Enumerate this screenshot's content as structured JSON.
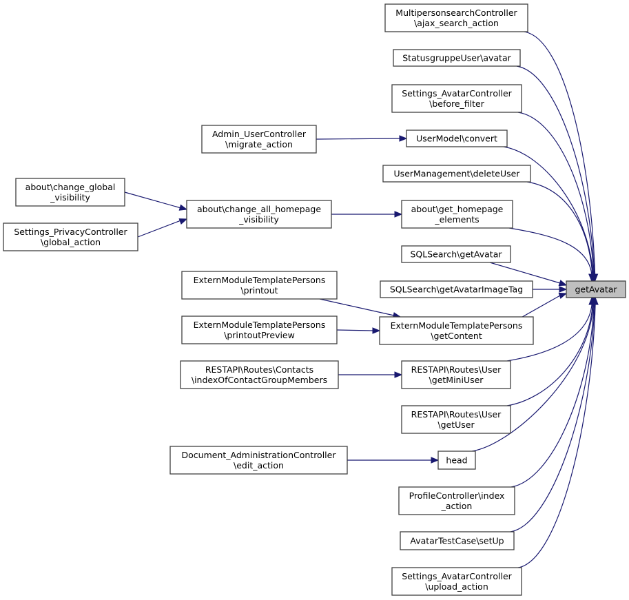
{
  "title": "getAvatar caller graph",
  "colors": {
    "edge": "#191970",
    "node_border": "#404040",
    "focus_fill": "#bfbfbf"
  },
  "nodes": [
    {
      "id": "getAvatar",
      "lines": [
        "getAvatar"
      ],
      "focus": true
    },
    {
      "id": "mpsc",
      "lines": [
        "MultipersonsearchController",
        "\\ajax_search_action"
      ]
    },
    {
      "id": "sgu",
      "lines": [
        "StatusgruppeUser\\avatar"
      ]
    },
    {
      "id": "sac_bf",
      "lines": [
        "Settings_AvatarController",
        "\\before_filter"
      ]
    },
    {
      "id": "umc",
      "lines": [
        "UserModel\\convert"
      ]
    },
    {
      "id": "auc",
      "lines": [
        "Admin_UserController",
        "\\migrate_action"
      ]
    },
    {
      "id": "umd",
      "lines": [
        "UserManagement\\deleteUser"
      ]
    },
    {
      "id": "agh",
      "lines": [
        "about\\get_homepage",
        "_elements"
      ]
    },
    {
      "id": "acah",
      "lines": [
        "about\\change_all_homepage",
        "_visibility"
      ]
    },
    {
      "id": "acg",
      "lines": [
        "about\\change_global",
        "_visibility"
      ]
    },
    {
      "id": "spc",
      "lines": [
        "Settings_PrivacyController",
        "\\global_action"
      ]
    },
    {
      "id": "sqa",
      "lines": [
        "SQLSearch\\getAvatar"
      ]
    },
    {
      "id": "sqt",
      "lines": [
        "SQLSearch\\getAvatarImageTag"
      ]
    },
    {
      "id": "emp",
      "lines": [
        "ExternModuleTemplatePersons",
        "\\printout"
      ]
    },
    {
      "id": "emg",
      "lines": [
        "ExternModuleTemplatePersons",
        "\\getContent"
      ]
    },
    {
      "id": "emv",
      "lines": [
        "ExternModuleTemplatePersons",
        "\\printoutPreview"
      ]
    },
    {
      "id": "rcc",
      "lines": [
        "RESTAPI\\Routes\\Contacts",
        "\\indexOfContactGroupMembers"
      ]
    },
    {
      "id": "rmu",
      "lines": [
        "RESTAPI\\Routes\\User",
        "\\getMiniUser"
      ]
    },
    {
      "id": "rgu",
      "lines": [
        "RESTAPI\\Routes\\User",
        "\\getUser"
      ]
    },
    {
      "id": "dac",
      "lines": [
        "Document_AdministrationController",
        "\\edit_action"
      ]
    },
    {
      "id": "head",
      "lines": [
        "head"
      ]
    },
    {
      "id": "pci",
      "lines": [
        "ProfileController\\index",
        "_action"
      ]
    },
    {
      "id": "atc",
      "lines": [
        "AvatarTestCase\\setUp"
      ]
    },
    {
      "id": "sac_up",
      "lines": [
        "Settings_AvatarController",
        "\\upload_action"
      ]
    }
  ],
  "edges": [
    {
      "from": "mpsc",
      "to": "getAvatar"
    },
    {
      "from": "sgu",
      "to": "getAvatar"
    },
    {
      "from": "sac_bf",
      "to": "getAvatar"
    },
    {
      "from": "umc",
      "to": "getAvatar"
    },
    {
      "from": "auc",
      "to": "umc"
    },
    {
      "from": "umd",
      "to": "getAvatar"
    },
    {
      "from": "agh",
      "to": "getAvatar"
    },
    {
      "from": "acah",
      "to": "agh"
    },
    {
      "from": "acg",
      "to": "acah"
    },
    {
      "from": "spc",
      "to": "acah"
    },
    {
      "from": "sqa",
      "to": "getAvatar"
    },
    {
      "from": "sqt",
      "to": "getAvatar"
    },
    {
      "from": "emg",
      "to": "getAvatar"
    },
    {
      "from": "emp",
      "to": "emg"
    },
    {
      "from": "emv",
      "to": "emg"
    },
    {
      "from": "rmu",
      "to": "getAvatar"
    },
    {
      "from": "rcc",
      "to": "rmu"
    },
    {
      "from": "rgu",
      "to": "getAvatar"
    },
    {
      "from": "head",
      "to": "getAvatar"
    },
    {
      "from": "dac",
      "to": "head"
    },
    {
      "from": "pci",
      "to": "getAvatar"
    },
    {
      "from": "atc",
      "to": "getAvatar"
    },
    {
      "from": "sac_up",
      "to": "getAvatar"
    }
  ]
}
